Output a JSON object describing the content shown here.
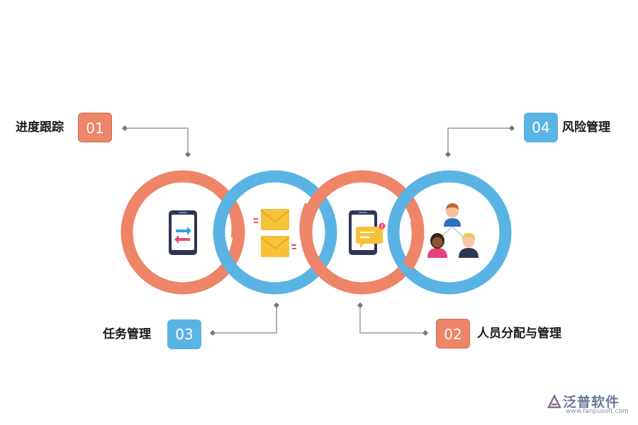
{
  "items": [
    {
      "num": "01",
      "label": "进度跟踪",
      "color": "#ee8468"
    },
    {
      "num": "02",
      "label": "人员分配与管理",
      "color": "#ee8468"
    },
    {
      "num": "03",
      "label": "任务管理",
      "color": "#5ab4e3"
    },
    {
      "num": "04",
      "label": "风险管理",
      "color": "#5ab4e3"
    }
  ],
  "icons": [
    "phone-transfer-icon",
    "envelopes-icon",
    "phone-message-icon",
    "team-people-icon"
  ],
  "colors": {
    "coral": "#ee8468",
    "blue": "#5ab4e3",
    "connector": "#777777"
  },
  "brand": {
    "name": "泛普软件",
    "url": "www.fanpusoft.com"
  }
}
